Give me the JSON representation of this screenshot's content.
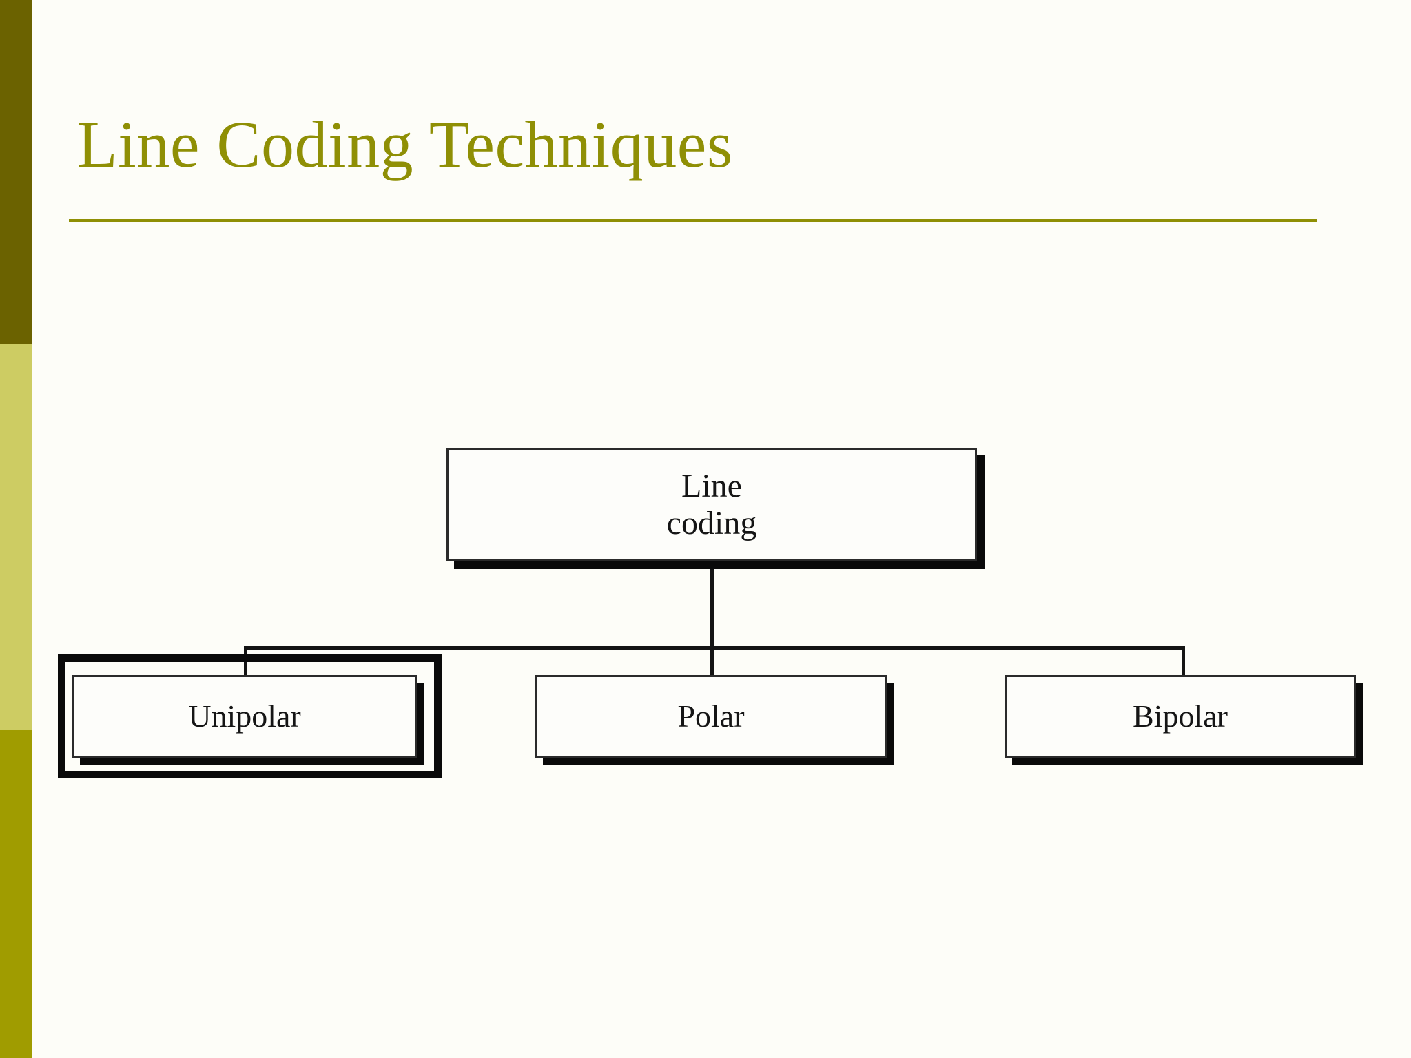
{
  "slide": {
    "title": "Line Coding Techniques",
    "background_color": "#fdfdf8",
    "accent_color": "#8f8f05"
  },
  "sidebar": {
    "bands": [
      {
        "name": "dark-olive-band",
        "color": "#6b6200"
      },
      {
        "name": "light-khaki-band",
        "color": "#cdcc63"
      },
      {
        "name": "olive-yellow-band",
        "color": "#a09c00"
      }
    ]
  },
  "diagram": {
    "type": "tree",
    "root": {
      "label": "Line\ncoding"
    },
    "children": [
      {
        "label": "Unipolar",
        "selected": true
      },
      {
        "label": "Polar",
        "selected": false
      },
      {
        "label": "Bipolar",
        "selected": false
      }
    ]
  }
}
